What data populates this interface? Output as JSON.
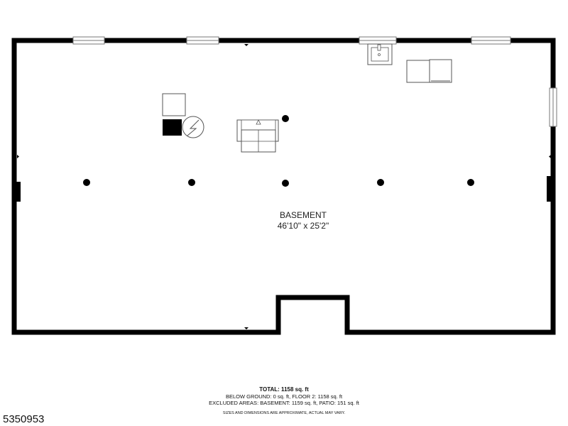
{
  "room": {
    "name": "BASEMENT",
    "dimensions": "46'10\" x 25'2\""
  },
  "footer": {
    "total": "TOTAL: 1158 sq. ft",
    "below_ground": "BELOW GROUND: 0 sq. ft, FLOOR 2: 1158 sq. ft",
    "excluded": "EXCLUDED AREAS: BASEMENT: 1159 sq. ft, PATIO: 151 sq. ft",
    "disclaimer": "SIZES AND DIMENSIONS ARE APPROXIMATE, ACTUAL MAY VARY."
  },
  "listing_id": "5350953",
  "colors": {
    "wall": "#000000",
    "fixture_stroke": "#555555",
    "background": "#ffffff"
  },
  "icons": {
    "support_column": "filled-circle",
    "water_heater": "filled-square",
    "electrical_panel": "lightning-circle",
    "utility_sink": "sink-square",
    "sofa": "couch-outline",
    "washer_dryer": "appliance-pair"
  }
}
